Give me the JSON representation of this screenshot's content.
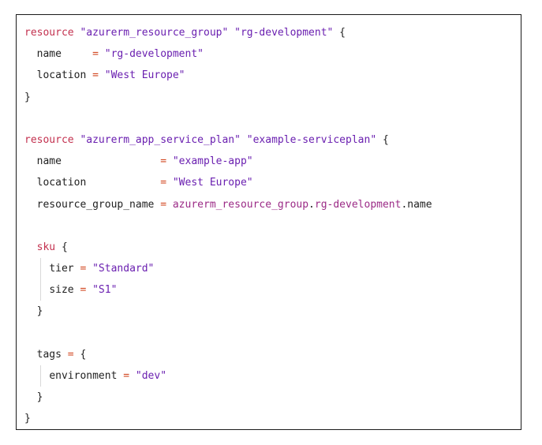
{
  "code": {
    "lines": [
      {
        "indent": 0,
        "guides": [],
        "tokens": [
          {
            "t": "kw",
            "v": "resource"
          },
          {
            "t": "plain",
            "v": " "
          },
          {
            "t": "str",
            "v": "\"azurerm_resource_group\""
          },
          {
            "t": "plain",
            "v": " "
          },
          {
            "t": "str",
            "v": "\"rg-development\""
          },
          {
            "t": "plain",
            "v": " {"
          }
        ]
      },
      {
        "indent": 2,
        "guides": [],
        "tokens": [
          {
            "t": "txt",
            "v": "name"
          },
          {
            "t": "plain",
            "v": "     "
          },
          {
            "t": "op",
            "v": "="
          },
          {
            "t": "plain",
            "v": " "
          },
          {
            "t": "str",
            "v": "\"rg-development\""
          }
        ]
      },
      {
        "indent": 2,
        "guides": [],
        "tokens": [
          {
            "t": "txt",
            "v": "location"
          },
          {
            "t": "plain",
            "v": " "
          },
          {
            "t": "op",
            "v": "="
          },
          {
            "t": "plain",
            "v": " "
          },
          {
            "t": "str",
            "v": "\"West Europe\""
          }
        ]
      },
      {
        "indent": 0,
        "guides": [],
        "tokens": [
          {
            "t": "plain",
            "v": "}"
          }
        ]
      },
      {
        "indent": 0,
        "guides": [],
        "tokens": []
      },
      {
        "indent": 0,
        "guides": [],
        "tokens": [
          {
            "t": "kw",
            "v": "resource"
          },
          {
            "t": "plain",
            "v": " "
          },
          {
            "t": "str",
            "v": "\"azurerm_app_service_plan\""
          },
          {
            "t": "plain",
            "v": " "
          },
          {
            "t": "str",
            "v": "\"example-serviceplan\""
          },
          {
            "t": "plain",
            "v": " {"
          }
        ]
      },
      {
        "indent": 2,
        "guides": [],
        "tokens": [
          {
            "t": "txt",
            "v": "name"
          },
          {
            "t": "plain",
            "v": "                "
          },
          {
            "t": "op",
            "v": "="
          },
          {
            "t": "plain",
            "v": " "
          },
          {
            "t": "str",
            "v": "\"example-app\""
          }
        ]
      },
      {
        "indent": 2,
        "guides": [],
        "tokens": [
          {
            "t": "txt",
            "v": "location"
          },
          {
            "t": "plain",
            "v": "            "
          },
          {
            "t": "op",
            "v": "="
          },
          {
            "t": "plain",
            "v": " "
          },
          {
            "t": "str",
            "v": "\"West Europe\""
          }
        ]
      },
      {
        "indent": 2,
        "guides": [],
        "tokens": [
          {
            "t": "txt",
            "v": "resource_group_name"
          },
          {
            "t": "plain",
            "v": " "
          },
          {
            "t": "op",
            "v": "="
          },
          {
            "t": "plain",
            "v": " "
          },
          {
            "t": "ref",
            "v": "azurerm_resource_group"
          },
          {
            "t": "plain",
            "v": "."
          },
          {
            "t": "ref",
            "v": "rg-development"
          },
          {
            "t": "plain",
            "v": ".name"
          }
        ]
      },
      {
        "indent": 0,
        "guides": [],
        "tokens": []
      },
      {
        "indent": 2,
        "guides": [],
        "tokens": [
          {
            "t": "kw",
            "v": "sku"
          },
          {
            "t": "plain",
            "v": " {"
          }
        ]
      },
      {
        "indent": 4,
        "guides": [
          "g2"
        ],
        "tokens": [
          {
            "t": "txt",
            "v": "tier"
          },
          {
            "t": "plain",
            "v": " "
          },
          {
            "t": "op",
            "v": "="
          },
          {
            "t": "plain",
            "v": " "
          },
          {
            "t": "str",
            "v": "\"Standard\""
          }
        ]
      },
      {
        "indent": 4,
        "guides": [
          "g2"
        ],
        "tokens": [
          {
            "t": "txt",
            "v": "size"
          },
          {
            "t": "plain",
            "v": " "
          },
          {
            "t": "op",
            "v": "="
          },
          {
            "t": "plain",
            "v": " "
          },
          {
            "t": "str",
            "v": "\"S1\""
          }
        ]
      },
      {
        "indent": 2,
        "guides": [],
        "tokens": [
          {
            "t": "plain",
            "v": "}"
          }
        ]
      },
      {
        "indent": 0,
        "guides": [],
        "tokens": []
      },
      {
        "indent": 2,
        "guides": [],
        "tokens": [
          {
            "t": "txt",
            "v": "tags"
          },
          {
            "t": "plain",
            "v": " "
          },
          {
            "t": "op",
            "v": "="
          },
          {
            "t": "plain",
            "v": " {"
          }
        ]
      },
      {
        "indent": 4,
        "guides": [
          "g2"
        ],
        "tokens": [
          {
            "t": "txt",
            "v": "environment"
          },
          {
            "t": "plain",
            "v": " "
          },
          {
            "t": "op",
            "v": "="
          },
          {
            "t": "plain",
            "v": " "
          },
          {
            "t": "str",
            "v": "\"dev\""
          }
        ]
      },
      {
        "indent": 2,
        "guides": [],
        "tokens": [
          {
            "t": "plain",
            "v": "}"
          }
        ]
      },
      {
        "indent": 0,
        "guides": [],
        "tokens": [
          {
            "t": "plain",
            "v": "}"
          }
        ]
      }
    ]
  }
}
